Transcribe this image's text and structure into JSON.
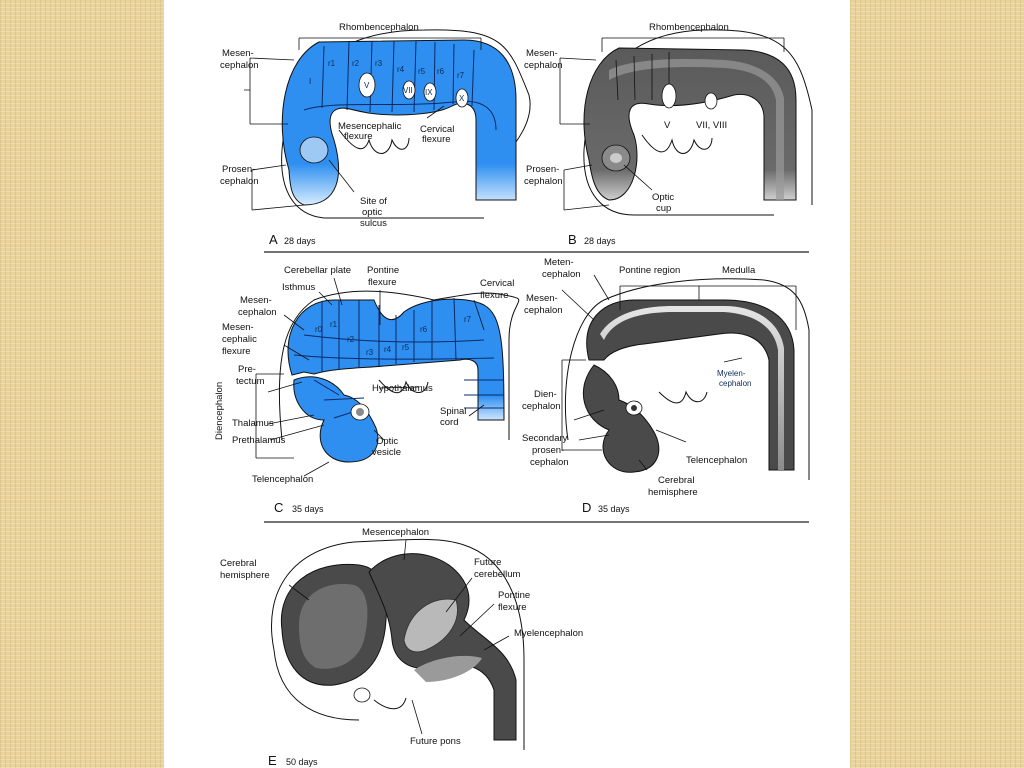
{
  "colors": {
    "neural_tube": "#2e8ff0",
    "dark_wall": "#4a4a4a",
    "background": "#e9d39a"
  },
  "panels": {
    "a": {
      "letter": "A",
      "age": "28 days",
      "labels": {
        "rhombencephalon": "Rhombencephalon",
        "mesen_1": "Mesen-",
        "mesen_2": "cephalon",
        "prosen_1": "Prosen-",
        "prosen_2": "cephalon",
        "mes_flex_1": "Mesencephalic",
        "mes_flex_2": "flexure",
        "cerv_flex_1": "Cervical",
        "cerv_flex_2": "flexure",
        "site_1": "Site of",
        "site_2": "optic",
        "site_3": "sulcus"
      },
      "segments": [
        "r1",
        "r2",
        "r3",
        "r4",
        "r5",
        "r6",
        "r7"
      ],
      "isthmus": "I",
      "nerves": [
        "V",
        "VII",
        "IX",
        "X"
      ]
    },
    "b": {
      "letter": "B",
      "age": "28 days",
      "labels": {
        "rhombencephalon": "Rhombencephalon",
        "mesen_1": "Mesen-",
        "mesen_2": "cephalon",
        "prosen_1": "Prosen-",
        "prosen_2": "cephalon",
        "optic_1": "Optic",
        "optic_2": "cup",
        "nerve_v": "V",
        "nerve_vii": "VII, VIII"
      }
    },
    "c": {
      "letter": "C",
      "age": "35 days",
      "labels": {
        "cerebellar_plate": "Cerebellar plate",
        "pontine_1": "Pontine",
        "pontine_2": "flexure",
        "cervical_1": "Cervical",
        "cervical_2": "flexure",
        "isthmus": "Isthmus",
        "mesen_1": "Mesen-",
        "mesen_2": "cephalon",
        "mesflex_1": "Mesen-",
        "mesflex_2": "cephalic",
        "mesflex_3": "flexure",
        "pretectum_1": "Pre-",
        "pretectum_2": "tectum",
        "diencephalon": "Diencephalon",
        "hypothalamus": "Hypothalamus",
        "thalamus": "Thalamus",
        "prethalamus": "Prethalamus",
        "spinal_1": "Spinal",
        "spinal_2": "cord",
        "optic_1": "Optic",
        "optic_2": "vesicle",
        "telencephalon": "Telencephalon"
      },
      "segments": [
        "r0",
        "r1",
        "r2",
        "r3",
        "r4",
        "r5",
        "r6",
        "r7"
      ]
    },
    "d": {
      "letter": "D",
      "age": "35 days",
      "labels": {
        "meten_1": "Meten-",
        "meten_2": "cephalon",
        "pontine_region": "Pontine region",
        "medulla": "Medulla",
        "mesen_1": "Mesen-",
        "mesen_2": "cephalon",
        "myel_1": "Myelen-",
        "myel_2": "cephalon",
        "dien_1": "Dien-",
        "dien_2": "cephalon",
        "sec_1": "Secondary",
        "sec_2": "prosen-",
        "sec_3": "cephalon",
        "telencephalon": "Telencephalon",
        "cereb_1": "Cerebral",
        "cereb_2": "hemisphere"
      }
    },
    "e": {
      "letter": "E",
      "age": "50 days",
      "labels": {
        "mesencephalon": "Mesencephalon",
        "cereb_1": "Cerebral",
        "cereb_2": "hemisphere",
        "future_cb_1": "Future",
        "future_cb_2": "cerebellum",
        "pontine_1": "Pontine",
        "pontine_2": "flexure",
        "myelencephalon": "Myelencephalon",
        "future_pons": "Future pons"
      }
    }
  }
}
